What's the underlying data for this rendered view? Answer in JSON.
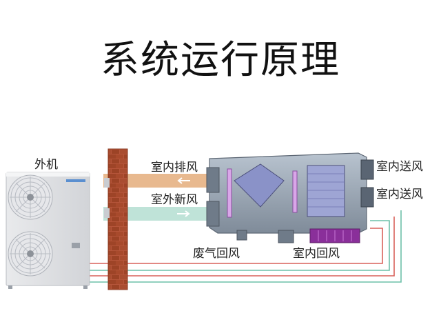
{
  "title": "系统运行原理",
  "labels": {
    "outdoor_unit": "外机",
    "indoor_exhaust": "室内排风",
    "outdoor_fresh_air": "室外新风",
    "indoor_supply_1": "室内送风",
    "indoor_supply_2": "室内送风",
    "waste_return": "废气回风",
    "indoor_return": "室内回风"
  },
  "colors": {
    "brick": "#a84a2c",
    "exhaust_duct": "#e8b98f",
    "fresh_duct": "#bfe3d8",
    "unit_body": "#9aa7b6",
    "heat_exchanger": "#8a92c8",
    "filter_coil": "#d9a6e8",
    "red_pipe": "#d8605a",
    "green_pipe": "#6cc0a8"
  },
  "icons": [
    "fan-icon",
    "arrow-left-icon",
    "arrow-right-icon"
  ]
}
